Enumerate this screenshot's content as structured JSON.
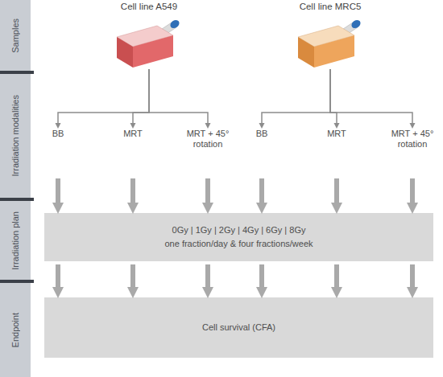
{
  "diagram": {
    "nodes": [
      {
        "text": [
          "Samples"
        ]
      },
      {
        "text": [
          "Irradiation modalities"
        ]
      },
      {
        "text": [
          "Irradiation plan"
        ]
      },
      {
        "text": [
          "Endpoint"
        ]
      },
      {
        "text": [
          "Cell line A549"
        ]
      },
      {
        "text": [
          "Cell line MRC5"
        ]
      },
      {
        "text": [
          "BB"
        ]
      },
      {
        "text": [
          "MRT"
        ]
      },
      {
        "text": [
          "MRT + 45° rotation"
        ]
      },
      {
        "text": [
          "BB"
        ]
      },
      {
        "text": [
          "MRT"
        ]
      },
      {
        "text": [
          "MRT + 45° rotation"
        ]
      },
      {
        "text": [
          "0Gy | 1Gy | 2Gy | 4Gy | 6Gy | 8Gy",
          "one fraction/day & four fractions/week"
        ]
      },
      {
        "text": [
          "Cell survival (CFA)"
        ]
      }
    ],
    "edges": [
      {
        "from": 4,
        "to": 6,
        "arrow": "to"
      },
      {
        "from": 4,
        "to": 7,
        "arrow": "to"
      },
      {
        "from": 4,
        "to": 8,
        "arrow": "to"
      },
      {
        "from": 5,
        "to": 9,
        "arrow": "to"
      },
      {
        "from": 5,
        "to": 10,
        "arrow": "to"
      },
      {
        "from": 5,
        "to": 11,
        "arrow": "to"
      },
      {
        "from": 6,
        "to": 12,
        "arrow": "to"
      },
      {
        "from": 7,
        "to": 12,
        "arrow": "to"
      },
      {
        "from": 8,
        "to": 12,
        "arrow": "to"
      },
      {
        "from": 9,
        "to": 12,
        "arrow": "to"
      },
      {
        "from": 10,
        "to": 12,
        "arrow": "to"
      },
      {
        "from": 11,
        "to": 12,
        "arrow": "to"
      },
      {
        "from": 12,
        "to": 13,
        "arrow": "to"
      },
      {
        "from": 12,
        "to": 13,
        "arrow": "to"
      },
      {
        "from": 12,
        "to": 13,
        "arrow": "to"
      },
      {
        "from": 12,
        "to": 13,
        "arrow": "to"
      },
      {
        "from": 12,
        "to": 13,
        "arrow": "to"
      },
      {
        "from": 12,
        "to": 13,
        "arrow": "to"
      }
    ]
  }
}
